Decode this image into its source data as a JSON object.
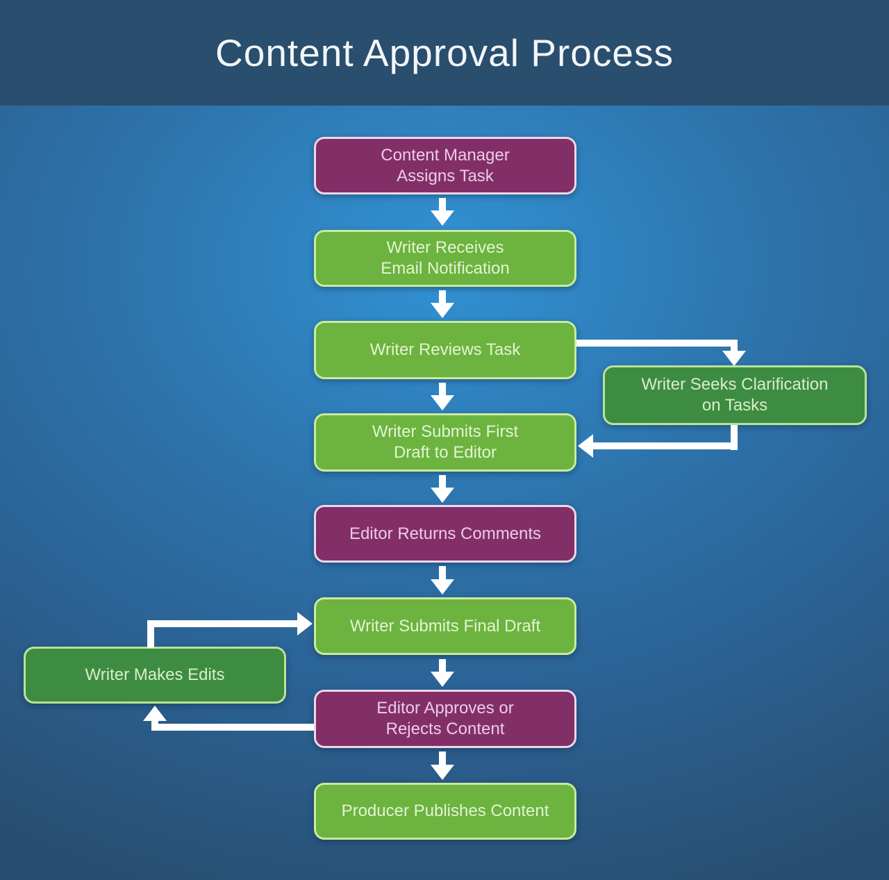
{
  "title": "Content Approval Process",
  "colors": {
    "header_bg": "#2a4e6d",
    "bg_center": "#3292d4",
    "bg_mid": "#2d74ac",
    "bg_edge": "#284f72",
    "purple": "#822f68",
    "purple_border": "#eed7ea",
    "purple_text": "#eecbe6",
    "green": "#6cb33f",
    "green_border": "#c9eb9e",
    "green_text": "#e2f5d2",
    "dark_green": "#3e8c41",
    "dark_green_border": "#b7e49a",
    "dark_green_text": "#d8eecb",
    "arrow": "#ffffff",
    "title_text": "#f2f6f9"
  },
  "nodes": {
    "assign": {
      "label": "Content Manager\nAssigns Task",
      "type": "purple"
    },
    "receive": {
      "label": "Writer Receives\nEmail Notification",
      "type": "green"
    },
    "review": {
      "label": "Writer Reviews Task",
      "type": "green"
    },
    "clarify": {
      "label": "Writer Seeks Clarification\non Tasks",
      "type": "dark_green"
    },
    "first_draft": {
      "label": "Writer Submits First\nDraft to Editor",
      "type": "green"
    },
    "comments": {
      "label": "Editor Returns Comments",
      "type": "purple"
    },
    "final_draft": {
      "label": "Writer Submits Final Draft",
      "type": "green"
    },
    "edits": {
      "label": "Writer Makes Edits",
      "type": "dark_green"
    },
    "approve": {
      "label": "Editor Approves or\nRejects Content",
      "type": "purple"
    },
    "publish": {
      "label": "Producer Publishes Content",
      "type": "green"
    }
  },
  "edges": [
    {
      "from": "assign",
      "to": "receive"
    },
    {
      "from": "receive",
      "to": "review"
    },
    {
      "from": "review",
      "to": "first_draft"
    },
    {
      "from": "review",
      "to": "clarify"
    },
    {
      "from": "clarify",
      "to": "first_draft"
    },
    {
      "from": "first_draft",
      "to": "comments"
    },
    {
      "from": "comments",
      "to": "final_draft"
    },
    {
      "from": "final_draft",
      "to": "approve"
    },
    {
      "from": "edits",
      "to": "final_draft"
    },
    {
      "from": "approve",
      "to": "edits"
    },
    {
      "from": "approve",
      "to": "publish"
    }
  ]
}
